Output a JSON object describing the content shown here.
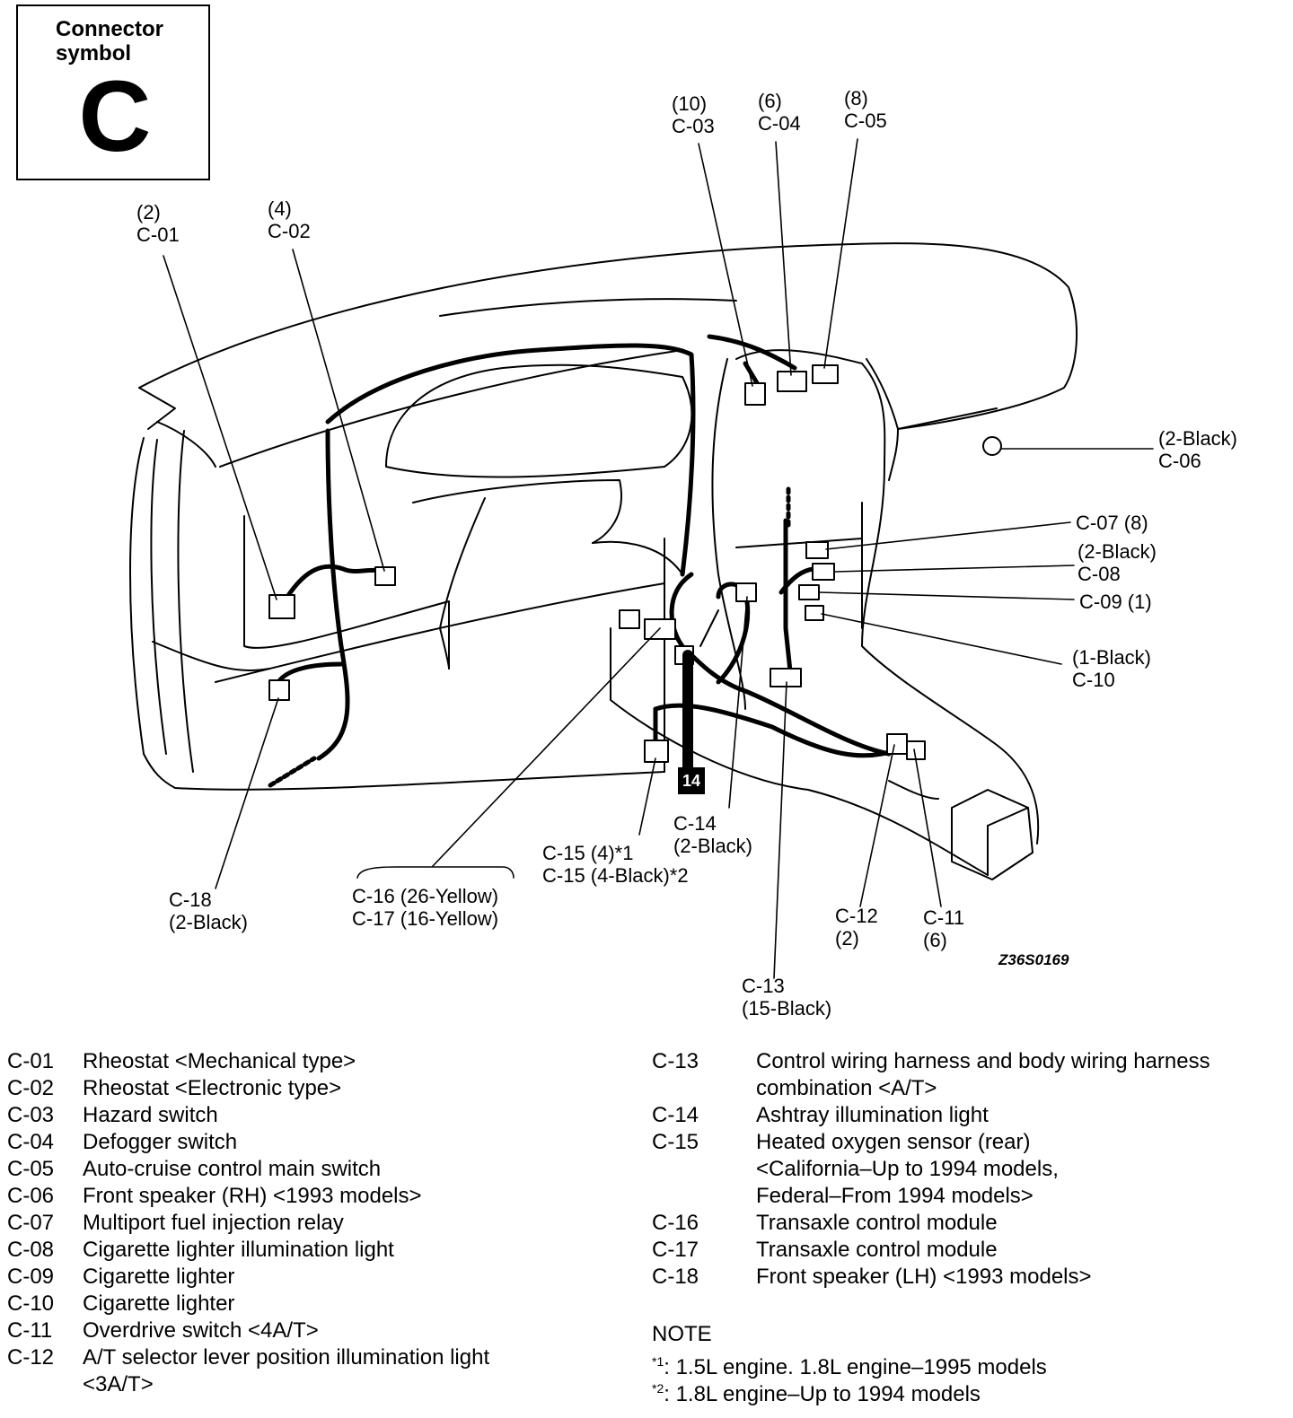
{
  "symbol_box": {
    "caption": "Connector symbol",
    "letter": "C"
  },
  "diagram_code": "Z36S0169",
  "section_tag": "14",
  "callouts": [
    {
      "id": "c01",
      "line1": "(2)",
      "line2": "C-01"
    },
    {
      "id": "c02",
      "line1": "(4)",
      "line2": "C-02"
    },
    {
      "id": "c03",
      "line1": "(10)",
      "line2": "C-03"
    },
    {
      "id": "c04",
      "line1": "(6)",
      "line2": "C-04"
    },
    {
      "id": "c05",
      "line1": "(8)",
      "line2": "C-05"
    },
    {
      "id": "c06",
      "line1": "(2-Black)",
      "line2": "C-06"
    },
    {
      "id": "c07",
      "line1": "C-07 (8)",
      "line2": ""
    },
    {
      "id": "c08",
      "line1": "(2-Black)",
      "line2": "C-08"
    },
    {
      "id": "c09",
      "line1": "C-09 (1)",
      "line2": ""
    },
    {
      "id": "c10",
      "line1": "(1-Black)",
      "line2": "C-10"
    },
    {
      "id": "c11",
      "line1": "C-11",
      "line2": "(6)"
    },
    {
      "id": "c12",
      "line1": "C-12",
      "line2": "(2)"
    },
    {
      "id": "c13",
      "line1": "C-13",
      "line2": "(15-Black)"
    },
    {
      "id": "c14",
      "line1": "C-14",
      "line2": "(2-Black)"
    },
    {
      "id": "c15",
      "line1": "C-15 (4)*1",
      "line2": "C-15 (4-Black)*2"
    },
    {
      "id": "c1617",
      "line1": "C-16 (26-Yellow)",
      "line2": "C-17 (16-Yellow)"
    },
    {
      "id": "c18",
      "line1": "C-18",
      "line2": "(2-Black)"
    }
  ],
  "legend_left": [
    {
      "code": "C-01",
      "desc": "Rheostat <Mechanical type>"
    },
    {
      "code": "C-02",
      "desc": "Rheostat <Electronic type>"
    },
    {
      "code": "C-03",
      "desc": "Hazard switch"
    },
    {
      "code": "C-04",
      "desc": "Defogger switch"
    },
    {
      "code": "C-05",
      "desc": "Auto-cruise control main switch"
    },
    {
      "code": "C-06",
      "desc": "Front speaker (RH) <1993 models>"
    },
    {
      "code": "C-07",
      "desc": "Multiport fuel injection relay"
    },
    {
      "code": "C-08",
      "desc": "Cigarette lighter illumination light"
    },
    {
      "code": "C-09",
      "desc": "Cigarette lighter"
    },
    {
      "code": "C-10",
      "desc": "Cigarette lighter"
    },
    {
      "code": "C-11",
      "desc": "Overdrive switch <4A/T>"
    },
    {
      "code": "C-12",
      "desc": "A/T selector lever position illumination light"
    },
    {
      "code": "",
      "desc": "<3A/T>"
    }
  ],
  "legend_right": [
    {
      "code": "C-13",
      "desc": "Control wiring harness and body wiring harness"
    },
    {
      "code": "",
      "desc": "combination <A/T>"
    },
    {
      "code": "C-14",
      "desc": "Ashtray illumination light"
    },
    {
      "code": "C-15",
      "desc": "Heated oxygen sensor (rear)"
    },
    {
      "code": "",
      "desc": "<California–Up to 1994 models,"
    },
    {
      "code": "",
      "desc": "Federal–From 1994 models>"
    },
    {
      "code": "C-16",
      "desc": "Transaxle control module"
    },
    {
      "code": "C-17",
      "desc": "Transaxle control module"
    },
    {
      "code": "C-18",
      "desc": "Front speaker (LH) <1993 models>"
    }
  ],
  "note": {
    "title": "NOTE",
    "items": [
      {
        "mark": "*1",
        "text": ": 1.5L engine. 1.8L engine–1995 models"
      },
      {
        "mark": "*2",
        "text": ": 1.8L engine–Up to 1994 models"
      }
    ]
  }
}
